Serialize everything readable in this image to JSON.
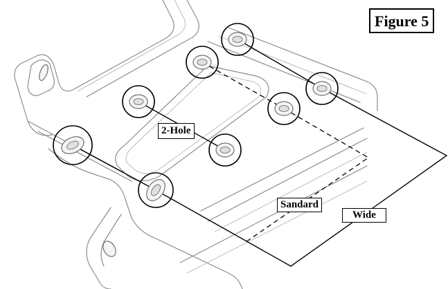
{
  "figure": {
    "title": "Figure 5"
  },
  "labels": {
    "two_hole": "2-Hole",
    "standard": "Sandard",
    "wide": "Wide"
  }
}
